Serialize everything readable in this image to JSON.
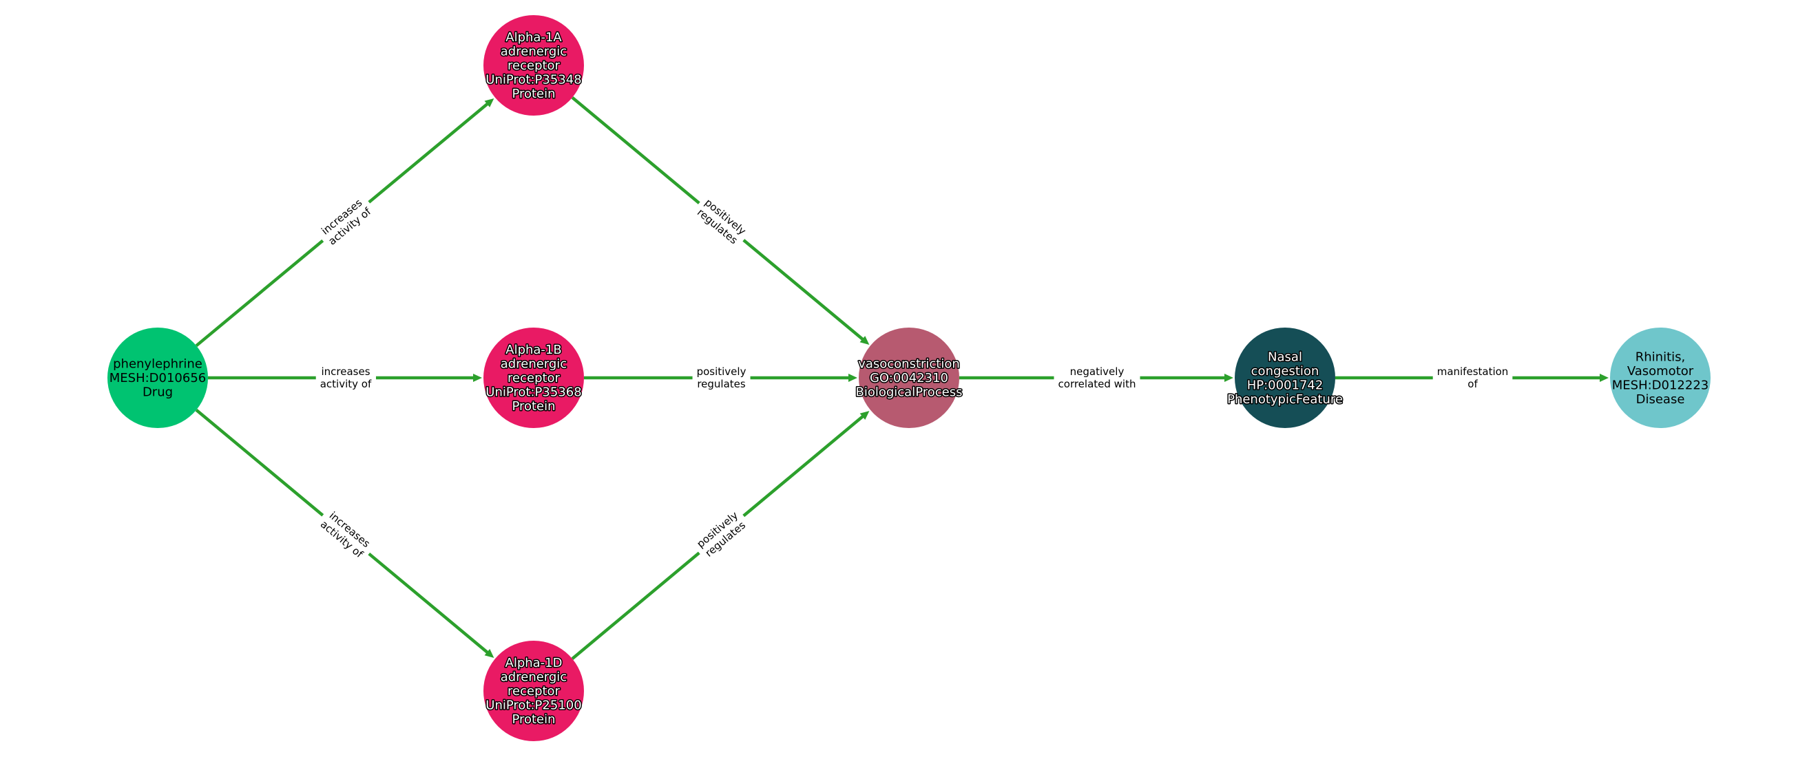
{
  "graph": {
    "edge_color": "#2ca02c",
    "nodes": [
      {
        "id": "phenylephrine",
        "lines": [
          "phenylephrine",
          "MESH:D010656",
          "Drug"
        ],
        "color": "#00c371",
        "text_style": "plain"
      },
      {
        "id": "alpha1a",
        "lines": [
          "Alpha-1A",
          "adrenergic",
          "receptor",
          "UniProt:P35348",
          "Protein"
        ],
        "color": "#e91a64",
        "text_style": "outlined"
      },
      {
        "id": "alpha1b",
        "lines": [
          "Alpha-1B",
          "adrenergic",
          "receptor",
          "UniProt:P35368",
          "Protein"
        ],
        "color": "#e91a64",
        "text_style": "outlined"
      },
      {
        "id": "alpha1d",
        "lines": [
          "Alpha-1D",
          "adrenergic",
          "receptor",
          "UniProt:P25100",
          "Protein"
        ],
        "color": "#e91a64",
        "text_style": "outlined"
      },
      {
        "id": "vasoconstriction",
        "lines": [
          "vasoconstriction",
          "GO:0042310",
          "BiologicalProcess"
        ],
        "color": "#b75a70",
        "text_style": "outlined"
      },
      {
        "id": "nasal_congestion",
        "lines": [
          "Nasal",
          "congestion",
          "HP:0001742",
          "PhenotypicFeature"
        ],
        "color": "#154e56",
        "text_style": "outlined"
      },
      {
        "id": "rhinitis",
        "lines": [
          "Rhinitis,",
          "Vasomotor",
          "MESH:D012223",
          "Disease"
        ],
        "color": "#6fc6cb",
        "text_style": "plain"
      }
    ],
    "edges": [
      {
        "source": "phenylephrine",
        "target": "alpha1a",
        "lines": [
          "increases",
          "activity of"
        ]
      },
      {
        "source": "phenylephrine",
        "target": "alpha1b",
        "lines": [
          "increases",
          "activity of"
        ]
      },
      {
        "source": "phenylephrine",
        "target": "alpha1d",
        "lines": [
          "increases",
          "activity of"
        ]
      },
      {
        "source": "alpha1a",
        "target": "vasoconstriction",
        "lines": [
          "positively",
          "regulates"
        ]
      },
      {
        "source": "alpha1b",
        "target": "vasoconstriction",
        "lines": [
          "positively",
          "regulates"
        ]
      },
      {
        "source": "alpha1d",
        "target": "vasoconstriction",
        "lines": [
          "positively",
          "regulates"
        ]
      },
      {
        "source": "vasoconstriction",
        "target": "nasal_congestion",
        "lines": [
          "negatively",
          "correlated with"
        ]
      },
      {
        "source": "nasal_congestion",
        "target": "rhinitis",
        "lines": [
          "manifestation",
          "of"
        ]
      }
    ]
  }
}
